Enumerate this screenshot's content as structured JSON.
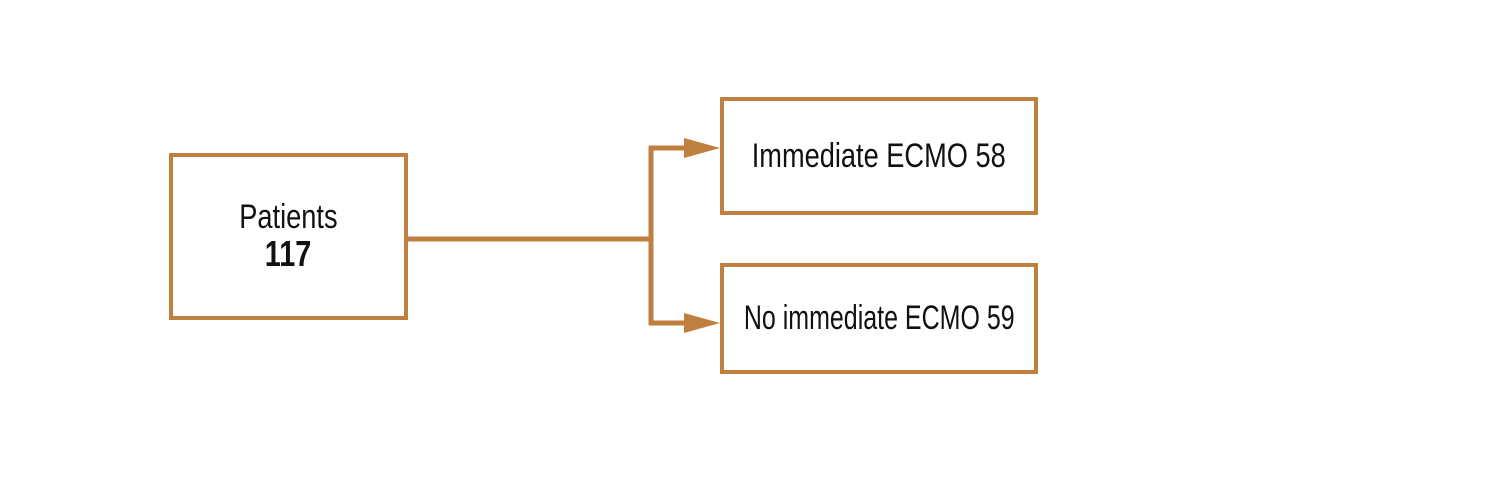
{
  "diagram": {
    "type": "flowchart",
    "orientation": "left-to-right",
    "background_color": "#ffffff",
    "stroke_color": "#bf7f3f",
    "text_color": "#111111",
    "nodes": {
      "root": {
        "title": "Patients",
        "count": "117"
      },
      "immediate": {
        "label": "Immediate ECMO 58"
      },
      "no_immediate": {
        "label": "No immediate ECMO 59"
      }
    },
    "edges": [
      {
        "from": "root",
        "to": "immediate",
        "marker": "arrowhead"
      },
      {
        "from": "root",
        "to": "no_immediate",
        "marker": "arrowhead"
      }
    ]
  }
}
